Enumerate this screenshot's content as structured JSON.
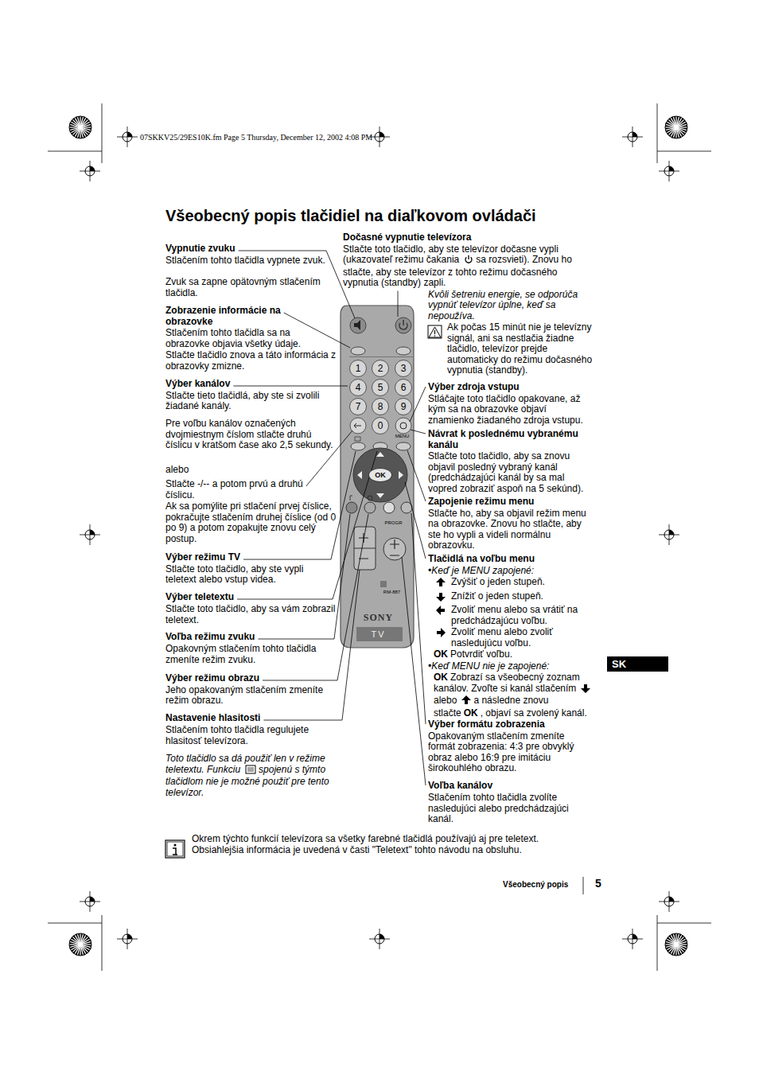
{
  "diagram": {
    "title": "Všeobecný popis tlačidiel na diaľkovom ovládači",
    "nodes": [
      {
        "text": [
          "SK"
        ]
      },
      {
        "text": [
          "1"
        ]
      },
      {
        "text": [
          "2"
        ]
      },
      {
        "text": [
          "3"
        ]
      },
      {
        "text": [
          "4"
        ]
      },
      {
        "text": [
          "5"
        ]
      },
      {
        "text": [
          "6"
        ]
      },
      {
        "text": [
          "7"
        ]
      },
      {
        "text": [
          "8"
        ]
      },
      {
        "text": [
          "9"
        ]
      },
      {
        "text": [
          "0"
        ]
      },
      {
        "text": [
          "OK"
        ]
      }
    ],
    "labels": [
      "07SKKV25/29ES10K.fm Page 5 Thursday, December 12, 2002 4:08 PM",
      "Vypnutie zvuku",
      "Stlačením tohto tlačidla vypnete zvuk.",
      "Zvuk sa zapne opätovným stlačením tlačidla.",
      "Zobrazenie informácie na obrazovke",
      "Stlačením tohto tlačidla sa na obrazovke objavia všetky údaje.",
      "Stlačte tlačidlo znova a táto informácia z obrazovky zmizne.",
      "Výber kanálov",
      "Stlačte tieto tlačidlá, aby ste si zvolili žiadané kanály.",
      "Pre voľbu kanálov označených dvojmiestnym číslom stlačte druhú číslicu v kratšom čase ako 2,5 sekundy.",
      "alebo",
      "Stlačte -/-- a potom prvú a druhú číslicu.",
      "Ak sa pomýlite pri stlačení prvej číslice, pokračujte stlačením druhej číslice (od 0 po 9) a potom zopakujte znovu celý postup.",
      "Výber režimu TV",
      "Stlačte toto tlačidlo, aby ste vypli teletext alebo vstup videa.",
      "Výber teletextu",
      "Stlačte toto tlačidlo, aby sa vám zobrazil teletext.",
      "Voľba režimu zvuku",
      "Opakovným stlačením tohto tlačidla zmeníte režim zvuku.",
      "Výber režimu obrazu",
      "Jeho opakovaným stlačením zmeníte režim obrazu.",
      "Nastavenie hlasitosti",
      "Stlačením tohto tlačidla regulujete hlasitosť televízora.",
      "Toto tlačidlo sa dá použiť len v režime teletextu. Funkciu",
      "spojenú s týmto tlačidlom nie je možné použiť pre tento televízor.",
      "Dočasné vypnutie televízora",
      "Stlačte toto tlačidlo, aby ste televízor dočasne vypli (ukazovateľ režimu čakania",
      "sa rozsvieti). Znovu ho stlačte, aby ste televízor z tohto režimu dočasného vypnutia (standby) zapli.",
      "Kvôli šetreniu energie, se odporúča vypnúť televízor úplne, keď sa nepoužíva.",
      "Ak počas 15 minút nie je televízny signál, ani sa nestlačia žiadne tlačidlo, televízor prejde automaticky do režimu dočasného vypnutia (standby).",
      "Výber zdroja vstupu",
      "Stláčajte toto tlačidlo opakovane, až kým sa na obrazovke objaví znamienko žiadaného zdroja vstupu.",
      "Návrat k poslednému vybranému kanálu",
      "Stlačte toto tlačidlo, aby sa znovu objavil posledný vybraný kanál (predchádzajúci kanál by sa mal vopred zobraziť aspoň na 5 sekúnd).",
      "Zapojenie režimu menu",
      "Stlačte ho, aby sa objavil režim menu na obrazovke. Znovu ho stlačte, aby ste ho vypli a videli normálnu obrazovku.",
      "Tlačidlá na voľbu menu",
      "•Keď je MENU zapojené:",
      "Zvýšiť o jeden stupeň.",
      "Znížiť o jeden stupeň.",
      "Zvoliť menu alebo sa vrátiť na predchádzajúcu voľbu.",
      "Zvoliť menu alebo zvoliť nasledujúcu voľbu.",
      "OK",
      "Potvrdiť voľbu.",
      "•Keď MENU nie je zapojené:",
      "OK",
      "Zobrazí sa všeobecný zoznam kanálov. Zvoľte si kanál stlačením",
      "alebo",
      "a následne znovu stlačte",
      "OK",
      ", objaví sa zvolený kanál.",
      "Výber formátu zobrazenia",
      "Opakovaným stlačením zmeníte formát zobrazenia: 4:3 pre obvyklý obraz alebo 16:9 pre imitáciu širokouhlého obrazu.",
      "Voľba kanálov",
      "Stlačením tohto tlačidla zvolíte nasledujúci alebo predchádzajúci kanál.",
      "Okrem týchto funkcií televízora sa všetky farebné tlačidlá používajú aj pre teletext. Obsiahlejšia informácia je uvedená v časti \"Teletext\" tohto návodu na obsluhu.",
      "Všeobecný popis",
      "5",
      "MENU",
      "PROGR",
      "RM-887",
      "SONY",
      "TV"
    ]
  }
}
